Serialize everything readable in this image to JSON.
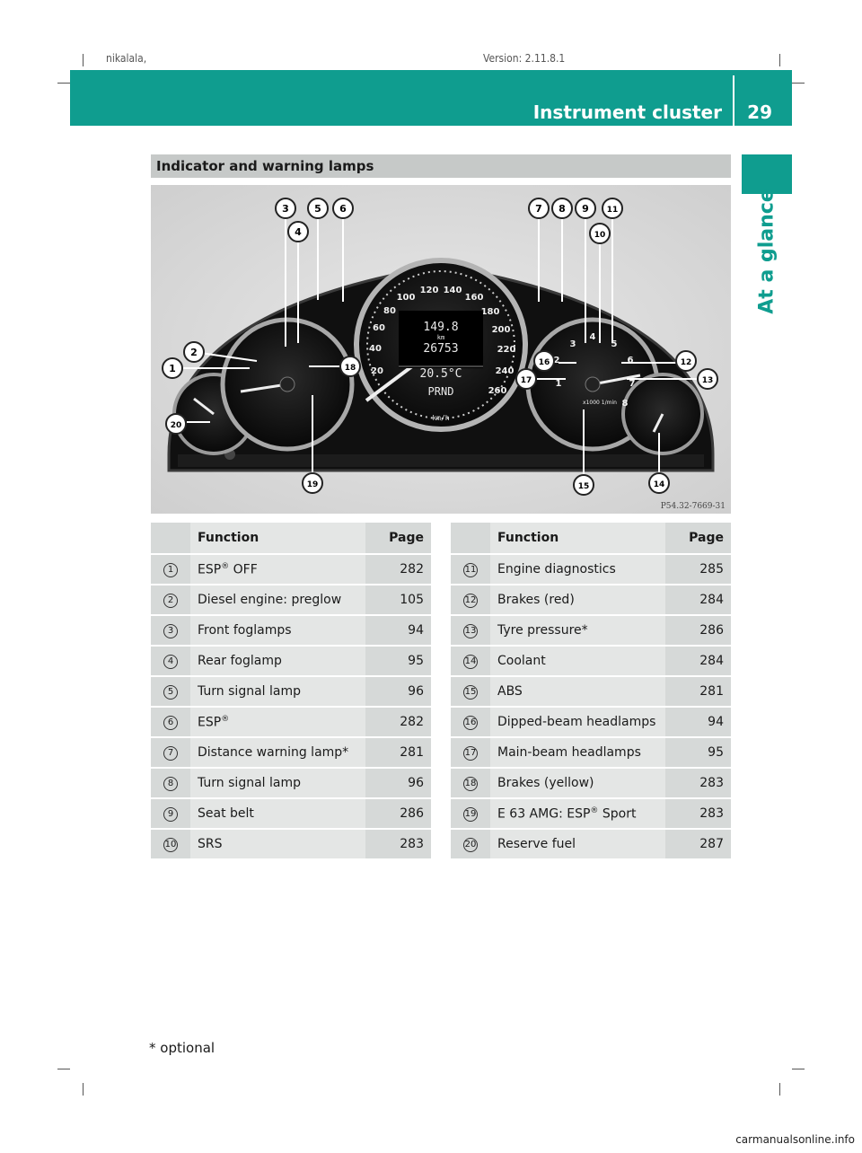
{
  "top_meta": {
    "left": "nikalala,",
    "center": "Version: 2.11.8.1"
  },
  "header": {
    "title": "Instrument cluster",
    "page": "29"
  },
  "side_label": "At a glance",
  "section_title": "Indicator and warning lamps",
  "figure": {
    "code": "P54.32-7669-31",
    "speed_unit": "km/h",
    "readouts": {
      "speed": "149.8",
      "odometer": "26753",
      "temp": "20.5°C",
      "gear": "PRND",
      "unit_small": "km"
    },
    "callouts": [
      "1",
      "2",
      "3",
      "4",
      "5",
      "6",
      "7",
      "8",
      "9",
      "10",
      "11",
      "12",
      "13",
      "14",
      "15",
      "16",
      "17",
      "18",
      "19",
      "20"
    ],
    "speedo_ticks": [
      "20",
      "40",
      "60",
      "80",
      "100",
      "120",
      "140",
      "160",
      "180",
      "200",
      "220",
      "240",
      "260"
    ],
    "tacho_ticks": [
      "1",
      "2",
      "3",
      "4",
      "5",
      "6",
      "7",
      "8"
    ],
    "rev_unit": "x1000 1/min"
  },
  "table_headers": {
    "function": "Function",
    "page": "Page"
  },
  "table_left": [
    {
      "num": "1",
      "fn": "ESP",
      "sup": "®",
      "fn_after": " OFF",
      "page": "282"
    },
    {
      "num": "2",
      "fn": "Diesel engine: preglow",
      "page": "105"
    },
    {
      "num": "3",
      "fn": "Front foglamps",
      "page": "94"
    },
    {
      "num": "4",
      "fn": "Rear foglamp",
      "page": "95"
    },
    {
      "num": "5",
      "fn": "Turn signal lamp",
      "page": "96"
    },
    {
      "num": "6",
      "fn": "ESP",
      "sup": "®",
      "page": "282"
    },
    {
      "num": "7",
      "fn": "Distance warning lamp*",
      "page": "281"
    },
    {
      "num": "8",
      "fn": "Turn signal lamp",
      "page": "96"
    },
    {
      "num": "9",
      "fn": "Seat belt",
      "page": "286"
    },
    {
      "num": "10",
      "fn": "SRS",
      "page": "283"
    }
  ],
  "table_right": [
    {
      "num": "11",
      "fn": "Engine diagnostics",
      "page": "285"
    },
    {
      "num": "12",
      "fn": "Brakes (red)",
      "page": "284"
    },
    {
      "num": "13",
      "fn": "Tyre pressure*",
      "page": "286"
    },
    {
      "num": "14",
      "fn": "Coolant",
      "page": "284"
    },
    {
      "num": "15",
      "fn": "ABS",
      "page": "281"
    },
    {
      "num": "16",
      "fn": "Dipped-beam headlamps",
      "page": "94"
    },
    {
      "num": "17",
      "fn": "Main-beam headlamps",
      "page": "95"
    },
    {
      "num": "18",
      "fn": "Brakes (yellow)",
      "page": "283"
    },
    {
      "num": "19",
      "fn": "E 63 AMG: ESP",
      "sup": "®",
      "fn_after": " Sport",
      "page": "283"
    },
    {
      "num": "20",
      "fn": "Reserve fuel",
      "page": "287"
    }
  ],
  "footnote": "* optional",
  "watermark": "carmanualsonline.info"
}
